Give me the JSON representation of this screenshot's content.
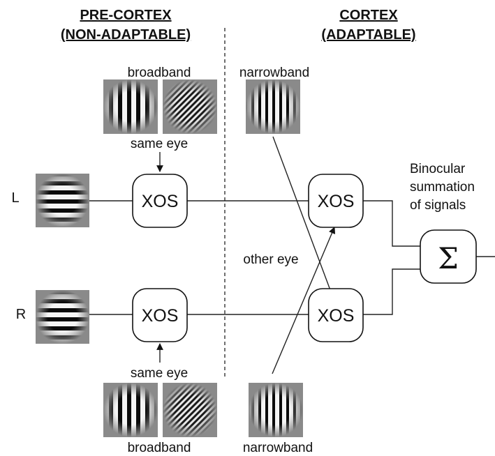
{
  "headers": {
    "precortex": {
      "line1": "PRE-CORTEX",
      "line2": "(NON-ADAPTABLE)"
    },
    "cortex": {
      "line1": "CORTEX",
      "line2": "(ADAPTABLE)"
    }
  },
  "labels": {
    "broadband_top": "broadband",
    "narrowband_top": "narrowband",
    "same_eye_top": "same  eye",
    "same_eye_bottom": "same  eye",
    "broadband_bottom": "broadband",
    "narrowband_bottom": "narrowband",
    "other_eye": "other  eye",
    "eye_left": "L",
    "eye_right": "R",
    "binocular_line1": "Binocular",
    "binocular_line2": "summation",
    "binocular_line3": "of signals"
  },
  "nodes": {
    "xos": "XOS",
    "sum": "Σ"
  },
  "colors": {
    "patch_bg": "#8a8a8a",
    "ink": "#111111"
  },
  "icons": {
    "vertical_grating": "vertical-grating-icon",
    "horizontal_grating": "horizontal-grating-icon",
    "oblique_grating": "oblique-grating-icon",
    "narrow_grating": "narrowband-grating-icon"
  }
}
